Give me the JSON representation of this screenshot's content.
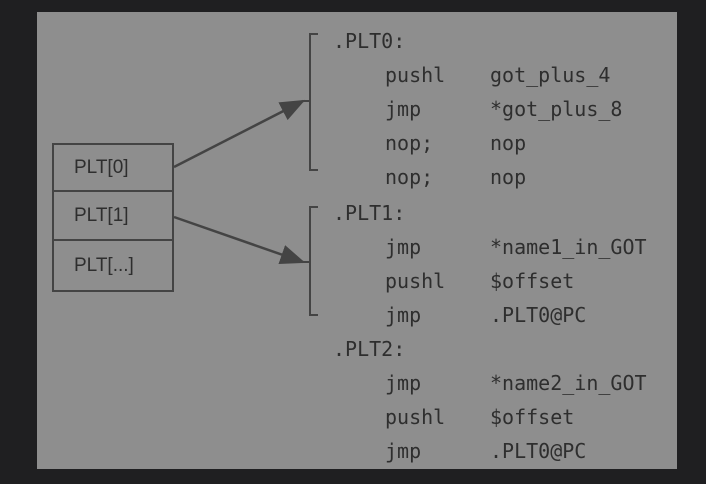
{
  "plt_table": [
    "PLT[0]",
    "PLT[1]",
    "PLT[...]"
  ],
  "code": [
    {
      "label": ".PLT0:"
    },
    {
      "op": "pushl",
      "arg": "got_plus_4"
    },
    {
      "op": "jmp",
      "arg": "*got_plus_8"
    },
    {
      "op": "nop;",
      "arg": "nop"
    },
    {
      "op": "nop;",
      "arg": "nop"
    },
    {
      "label": ".PLT1:"
    },
    {
      "op": "jmp",
      "arg": "*name1_in_GOT"
    },
    {
      "op": "pushl",
      "arg": "$offset"
    },
    {
      "op": "jmp",
      "arg": ".PLT0@PC"
    },
    {
      "label": ".PLT2:"
    },
    {
      "op": "jmp",
      "arg": "*name2_in_GOT"
    },
    {
      "op": "pushl",
      "arg": "$offset"
    },
    {
      "op": "jmp",
      "arg": ".PLT0@PC"
    }
  ]
}
